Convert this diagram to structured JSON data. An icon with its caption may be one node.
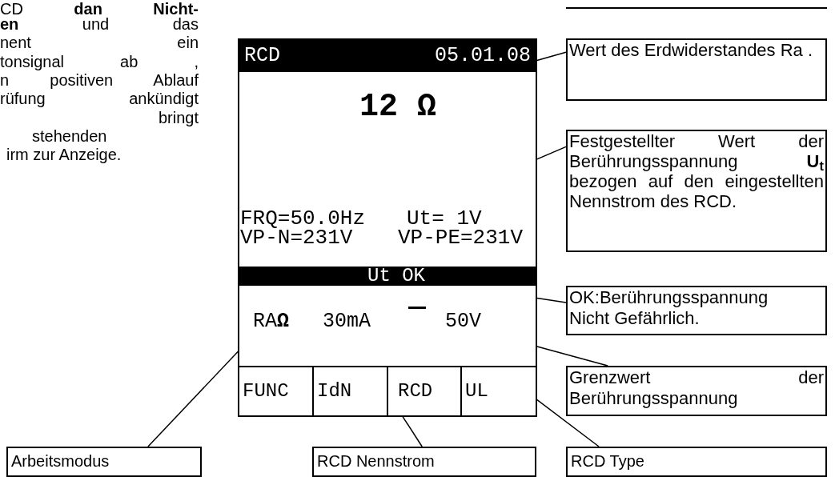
{
  "diagram": {
    "nodes": [
      {
        "text": [],
        "shape": "box"
      },
      {
        "text": [
          "RCD",
          "05.01.08"
        ],
        "in": 0
      },
      {
        "text": [
          "12 Ω"
        ],
        "in": 0
      },
      {
        "text": [
          "Ut= 1V"
        ],
        "in": 0
      },
      {
        "text": [
          "Ut OK"
        ],
        "in": 0
      },
      {
        "text": [
          "RA**Ω**"
        ],
        "in": 0
      },
      {
        "text": [
          "30mA"
        ],
        "in": 0
      },
      {
        "text": [],
        "shape": "bar",
        "in": 0
      },
      {
        "text": [
          "50V"
        ],
        "in": 0
      },
      {
        "text": [
          "FUNC"
        ],
        "in": 0
      },
      {
        "text": [
          "IdN"
        ],
        "in": 0
      },
      {
        "text": [
          "RCD"
        ],
        "in": 0
      },
      {
        "text": [
          "UL"
        ],
        "in": 0
      },
      {
        "text": [
          "Wert des Erdwiderstandes Ra ."
        ]
      },
      {
        "text": [
          "Festgestellter Wert der Berührungsspannung **U**$_{t}$ bezogen auf den eingestellten Nennstrom des RCD."
        ]
      },
      {
        "text": [
          "OK:Berührungsspannung Nicht Gefährlich."
        ]
      },
      {
        "text": [
          "Grenzwert der Berührungsspannung"
        ]
      },
      {
        "text": [
          "Arbeitsmodus"
        ]
      },
      {
        "text": [
          "RCD Nennstrom"
        ]
      },
      {
        "text": [
          "RCD Type"
        ]
      }
    ],
    "edges": [
      {
        "from": 13,
        "to": 2,
        "arrow": "none"
      },
      {
        "from": 14,
        "to": 3,
        "arrow": "none"
      },
      {
        "from": 15,
        "to": 4,
        "arrow": "none"
      },
      {
        "from": 16,
        "to": 8,
        "arrow": "none"
      },
      {
        "from": 17,
        "to": 5,
        "arrow": "none"
      },
      {
        "from": 18,
        "to": 6,
        "arrow": "none"
      },
      {
        "from": 19,
        "to": 7,
        "arrow": "none"
      }
    ],
    "labels": [
      "CD **dan Nicht-**",
      "**en** und das",
      "nent ein",
      "tonsignal ab ,",
      "n positiven Ablauf",
      "rüfung ankündigt",
      "bringt",
      "stehenden",
      "irm zur Anzeige.",
      "FRQ=50.0Hz",
      "VP-N=231V",
      "VP-PE=231V"
    ]
  }
}
